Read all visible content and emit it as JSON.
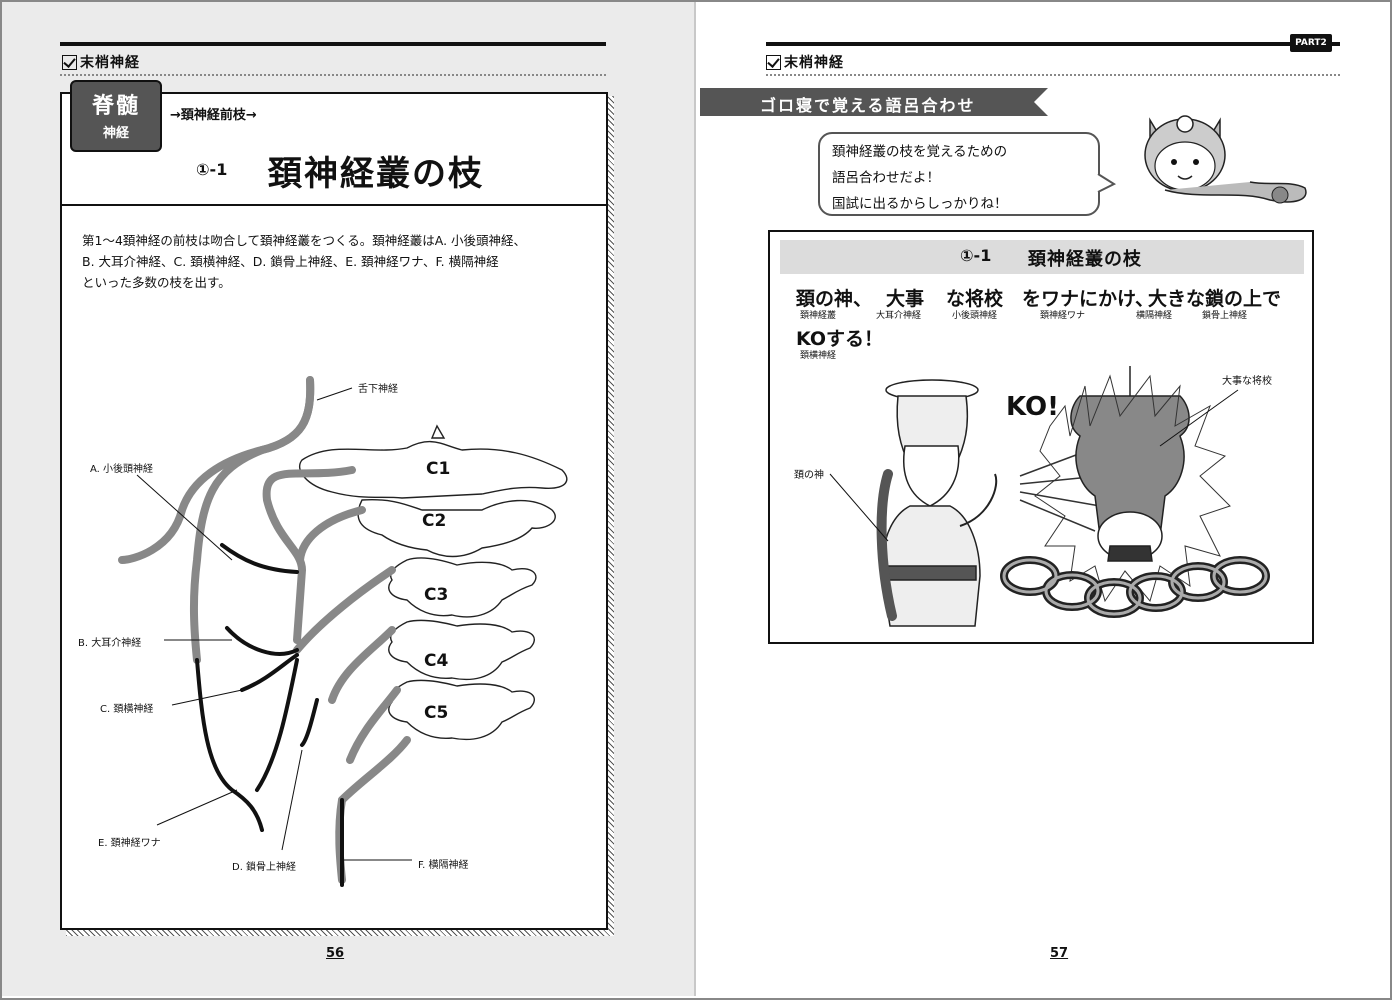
{
  "left_page": {
    "header": "末梢神経",
    "category_main": "脊髄",
    "category_sub": "神経",
    "breadcrumb": "→頚神経前枝→",
    "section_number": "①-1",
    "section_title": "頚神経叢の枝",
    "body_lines": [
      "第1～4頚神経の前枝は吻合して頚神経叢をつくる。頚神経叢はA. 小後頭神経、",
      "B. 大耳介神経、C. 頚横神経、D. 鎖骨上神経、E. 頚神経ワナ、F. 横隔神経",
      "といった多数の枝を出す。"
    ],
    "vertebrae": [
      "C1",
      "C2",
      "C3",
      "C4",
      "C5"
    ],
    "labels": {
      "hypoglossal": "舌下神経",
      "a": "A. 小後頭神経",
      "b": "B. 大耳介神経",
      "c": "C. 頚横神経",
      "e": "E. 頚神経ワナ",
      "d": "D. 鎖骨上神経",
      "f": "F. 横隔神経"
    },
    "page_number": "56"
  },
  "right_page": {
    "header": "末梢神経",
    "part_badge": "PART2",
    "ribbon": "ゴロ寝で覚える語呂合わせ",
    "bubble_lines": [
      "頚神経叢の枝を覚えるための",
      "語呂合わせだよ！",
      "国試に出るからしっかりね！"
    ],
    "box_number": "①-1",
    "box_title": "頚神経叢の枝",
    "mnemonic": {
      "w1": "頚の神、",
      "w2": "大事",
      "w3": "な将校",
      "w4": "をワナにかけ、",
      "w5": "大きな鎖の上で",
      "w6": "KOする！"
    },
    "mnemonic_subs": {
      "s1": "頚神経叢",
      "s2": "大耳介神経",
      "s3": "小後頭神経",
      "s4": "頚神経ワナ",
      "s5": "横隔神経",
      "s6": "鎖骨上神経",
      "s7": "頚横神経"
    },
    "illustration_labels": {
      "ko": "KO!",
      "god": "頚の神",
      "officer": "大事な将校"
    },
    "page_number": "57"
  }
}
